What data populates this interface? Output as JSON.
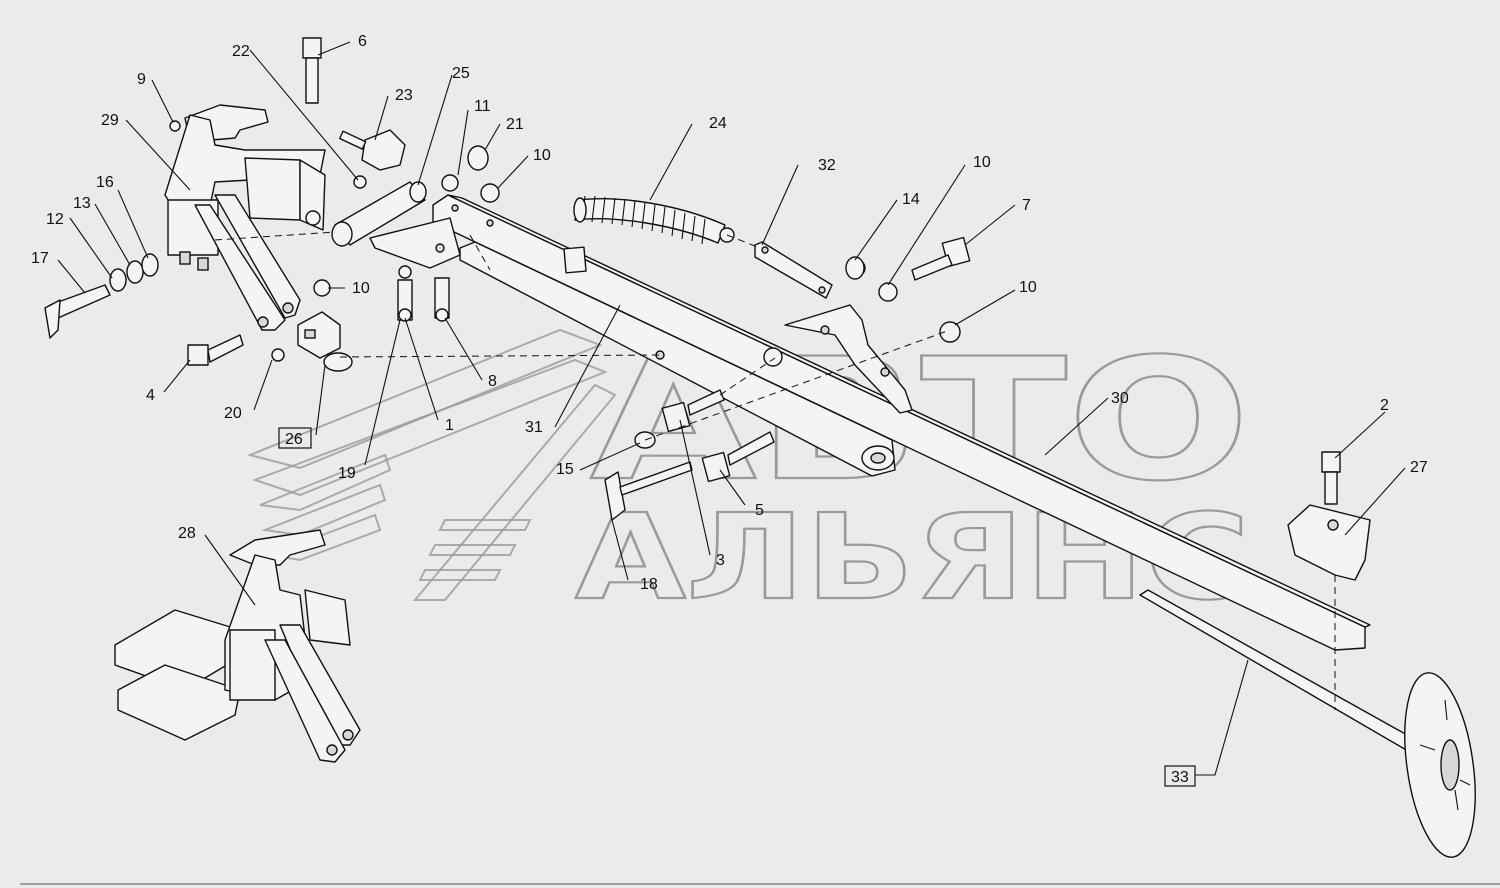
{
  "watermark": {
    "line1": "АВТО",
    "line2": "АЛЬЯНС"
  },
  "callouts": [
    {
      "id": "c1",
      "label": "1"
    },
    {
      "id": "c2",
      "label": "2"
    },
    {
      "id": "c3",
      "label": "3"
    },
    {
      "id": "c4",
      "label": "4"
    },
    {
      "id": "c5",
      "label": "5"
    },
    {
      "id": "c6",
      "label": "6"
    },
    {
      "id": "c7",
      "label": "7"
    },
    {
      "id": "c8",
      "label": "8"
    },
    {
      "id": "c9",
      "label": "9"
    },
    {
      "id": "c10a",
      "label": "10"
    },
    {
      "id": "c10b",
      "label": "10"
    },
    {
      "id": "c10c",
      "label": "10"
    },
    {
      "id": "c10d",
      "label": "10"
    },
    {
      "id": "c11",
      "label": "11"
    },
    {
      "id": "c12",
      "label": "12"
    },
    {
      "id": "c13",
      "label": "13"
    },
    {
      "id": "c14",
      "label": "14"
    },
    {
      "id": "c15",
      "label": "15"
    },
    {
      "id": "c16",
      "label": "16"
    },
    {
      "id": "c17",
      "label": "17"
    },
    {
      "id": "c18",
      "label": "18"
    },
    {
      "id": "c19",
      "label": "19"
    },
    {
      "id": "c20",
      "label": "20"
    },
    {
      "id": "c21",
      "label": "21"
    },
    {
      "id": "c22",
      "label": "22"
    },
    {
      "id": "c23",
      "label": "23"
    },
    {
      "id": "c24",
      "label": "24"
    },
    {
      "id": "c25",
      "label": "25"
    },
    {
      "id": "c26",
      "label": "26",
      "boxed": true
    },
    {
      "id": "c27",
      "label": "27"
    },
    {
      "id": "c28",
      "label": "28"
    },
    {
      "id": "c29",
      "label": "29"
    },
    {
      "id": "c30",
      "label": "30"
    },
    {
      "id": "c31",
      "label": "31"
    },
    {
      "id": "c32",
      "label": "32"
    },
    {
      "id": "c33",
      "label": "33",
      "boxed": true
    }
  ]
}
